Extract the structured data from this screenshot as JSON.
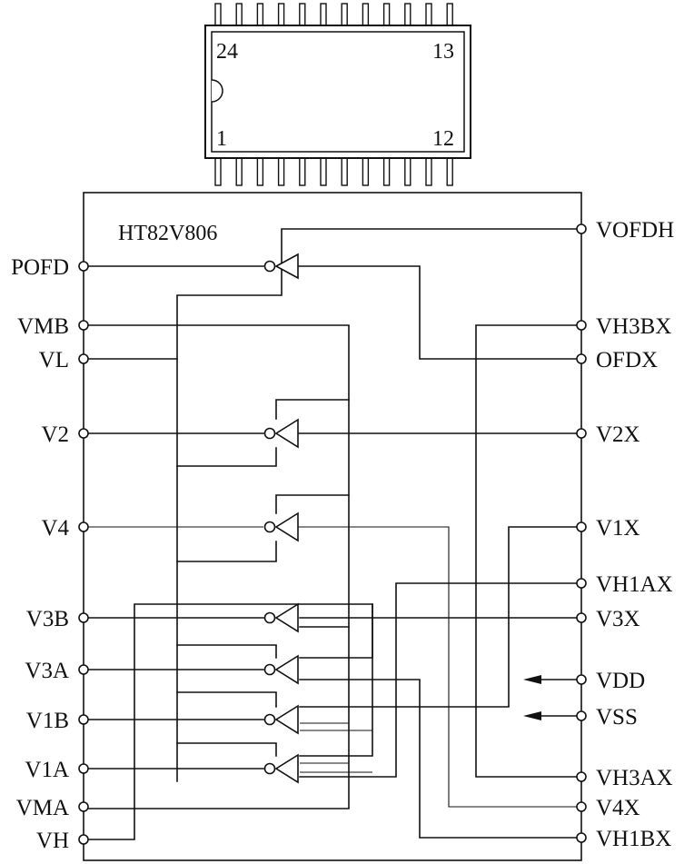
{
  "package": {
    "pin_top_left": "24",
    "pin_top_right": "13",
    "pin_bottom_left": "1",
    "pin_bottom_right": "12"
  },
  "chip": {
    "name": "HT82V806"
  },
  "left_pins": [
    "POFD",
    "VMB",
    "VL",
    "V2",
    "V4",
    "V3B",
    "V3A",
    "V1B",
    "V1A",
    "VMA",
    "VH"
  ],
  "right_pins": [
    "VOFDH",
    "VH3BX",
    "OFDX",
    "V2X",
    "V1X",
    "VH1AX",
    "V3X",
    "VDD",
    "VSS",
    "VH3AX",
    "V4X",
    "VH1BX"
  ]
}
